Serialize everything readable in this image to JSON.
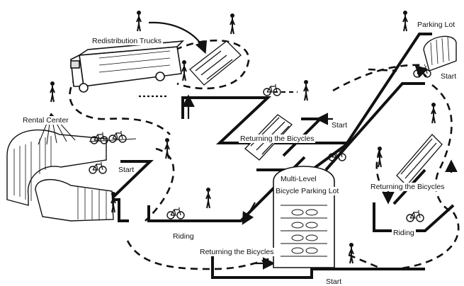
{
  "labels": {
    "redistribution_trucks": "Redistribution Trucks",
    "parking_lot": "Parking Lot",
    "start_top_right": "Start",
    "rental_center": "Rental Center",
    "start_center": "Start",
    "returning_center": "Returning the Bicycles",
    "start_left": "Start",
    "multi_level": "Multi-Level",
    "bicycle_parking_lot": "Bicycle Parking Lot",
    "returning_right": "Returning the Bicycles",
    "riding_left": "Riding",
    "riding_right": "Riding",
    "returning_bottom": "Returning the Bicycles",
    "start_bottom": "Start"
  },
  "colors": {
    "ink": "#111111",
    "paper": "#ffffff"
  },
  "icons": [
    "person-icon",
    "bicycle-icon",
    "truck-icon",
    "rental-center-building",
    "parking-garage",
    "parking-lot",
    "arrow-icon"
  ]
}
